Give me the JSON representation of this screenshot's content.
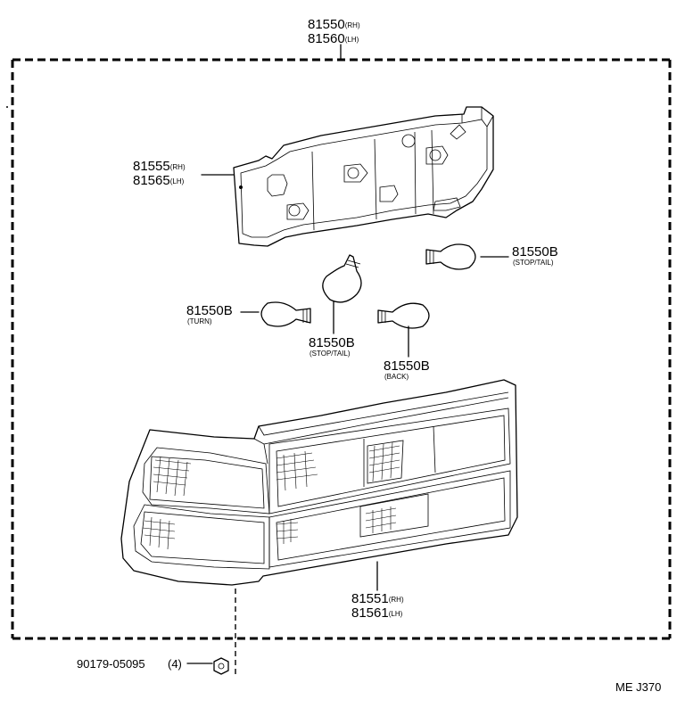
{
  "labels": {
    "assembly_rh_number": "81550",
    "assembly_rh_side": "(RH)",
    "assembly_lh_number": "81560",
    "assembly_lh_side": "(LH)",
    "socket_rh_number": "81555",
    "socket_rh_side": "(RH)",
    "socket_lh_number": "81565",
    "socket_lh_side": "(LH)",
    "bulb_stop_tail_right_number": "81550B",
    "bulb_stop_tail_right_note": "(STOP/TAIL)",
    "bulb_turn_number": "81550B",
    "bulb_turn_note": "(TURN)",
    "bulb_stop_tail_center_number": "81550B",
    "bulb_stop_tail_center_note": "(STOP/TAIL)",
    "bulb_back_number": "81550B",
    "bulb_back_note": "(BACK)",
    "lens_rh_number": "81551",
    "lens_rh_side": "(RH)",
    "lens_lh_number": "81561",
    "lens_lh_side": "(LH)",
    "nut_number": "90179-05095",
    "nut_qty": "(4)",
    "diagram_code": "ME J370"
  },
  "icons": {
    "socket_plate": "bulb-socket-plate-drawing",
    "bulbs": "wedge-bulb-drawing",
    "lens": "rear-lamp-lens-drawing",
    "nut": "hex-nut-drawing"
  }
}
